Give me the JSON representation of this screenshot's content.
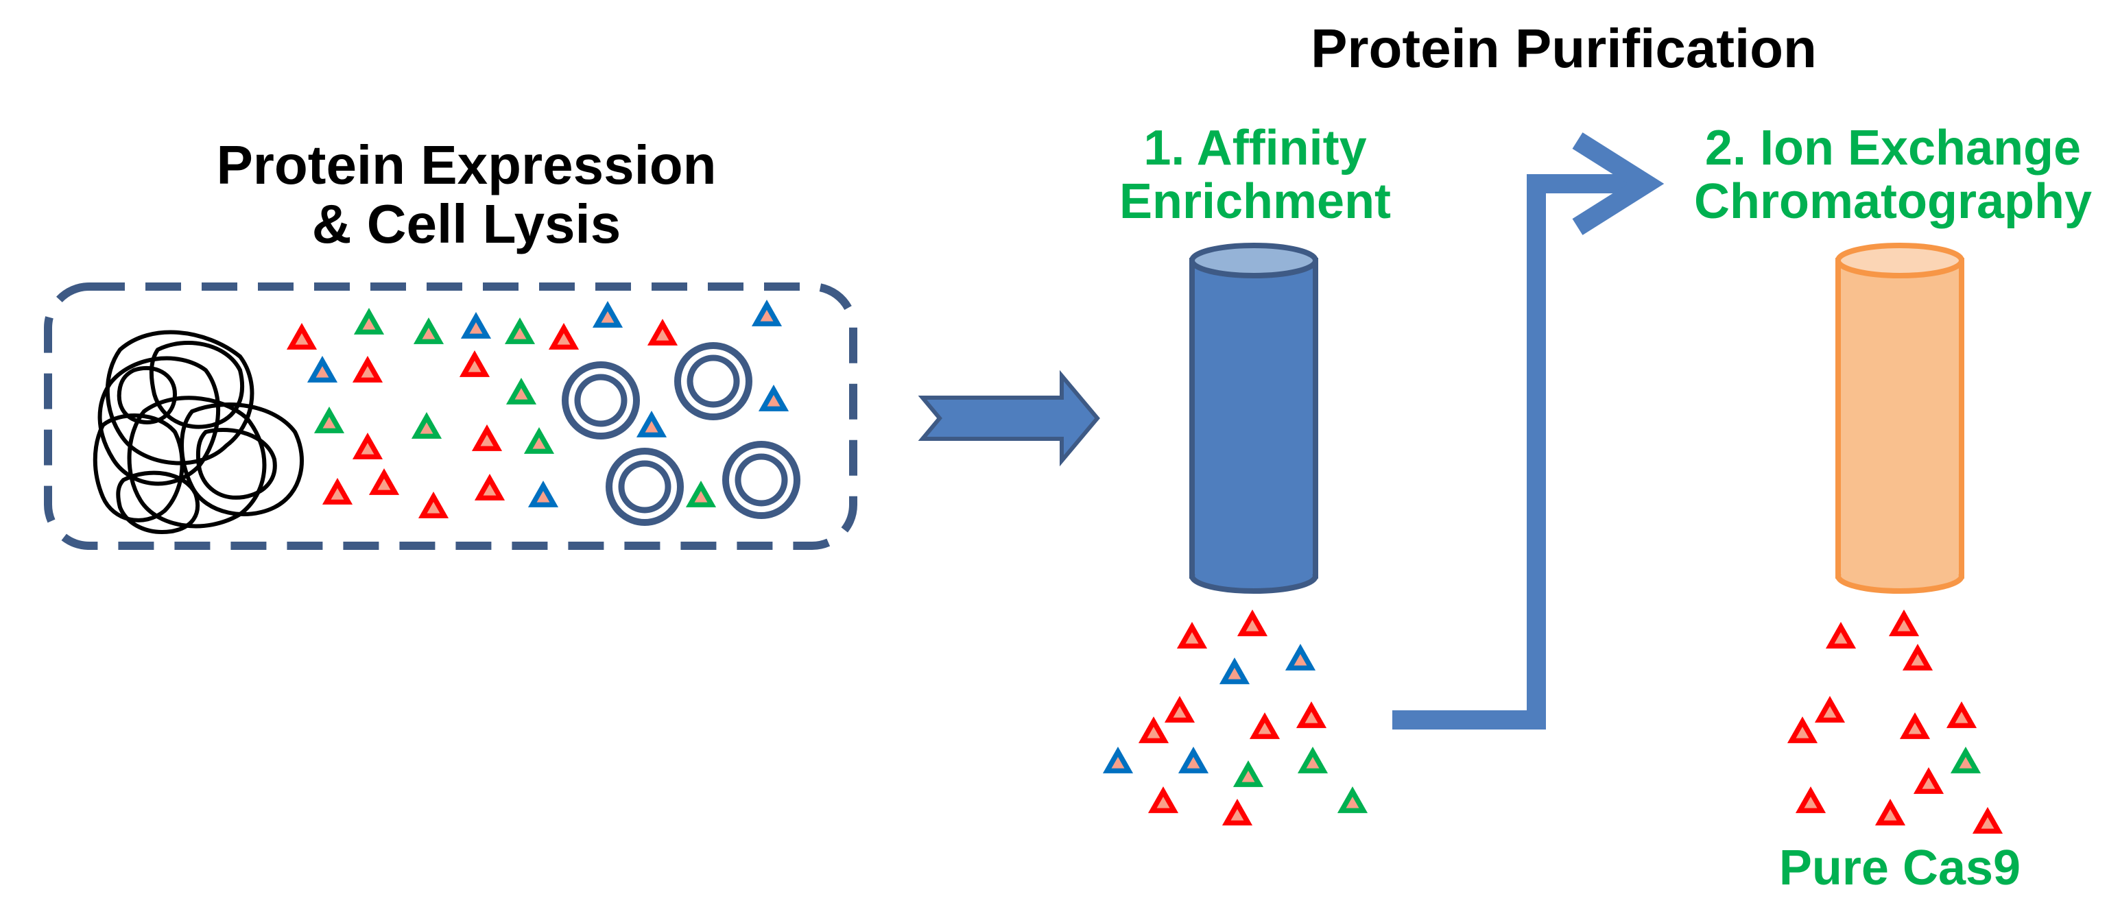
{
  "colors": {
    "dark_blue": "#3E5A85",
    "flow_blue": "#4F7EBE",
    "blue_column": "#4F7EBE",
    "orange_column": "#F9C08E",
    "orange_edge": "#F79646",
    "label_green": "#00B050",
    "tri_red": "#FF0000",
    "tri_green": "#00B050",
    "tri_blue": "#0070C0",
    "tri_inner": "#F9A08A"
  },
  "labels": {
    "expression_line1": "Protein Expression",
    "expression_line2": "& Cell Lysis",
    "purification_title": "Protein Purification",
    "affinity_line1": "1. Affinity",
    "affinity_line2": "Enrichment",
    "ion_line1": "2. Ion Exchange",
    "ion_line2": "Chromatography",
    "pure": "Pure Cas9"
  },
  "icons": {
    "cell_debris": "tangled-cell-debris-icon",
    "vesicle": "double-ring-vesicle-icon",
    "protein": "triangle-protein-icon",
    "column": "chromatography-column-icon",
    "arrow": "flow-arrow-icon"
  }
}
